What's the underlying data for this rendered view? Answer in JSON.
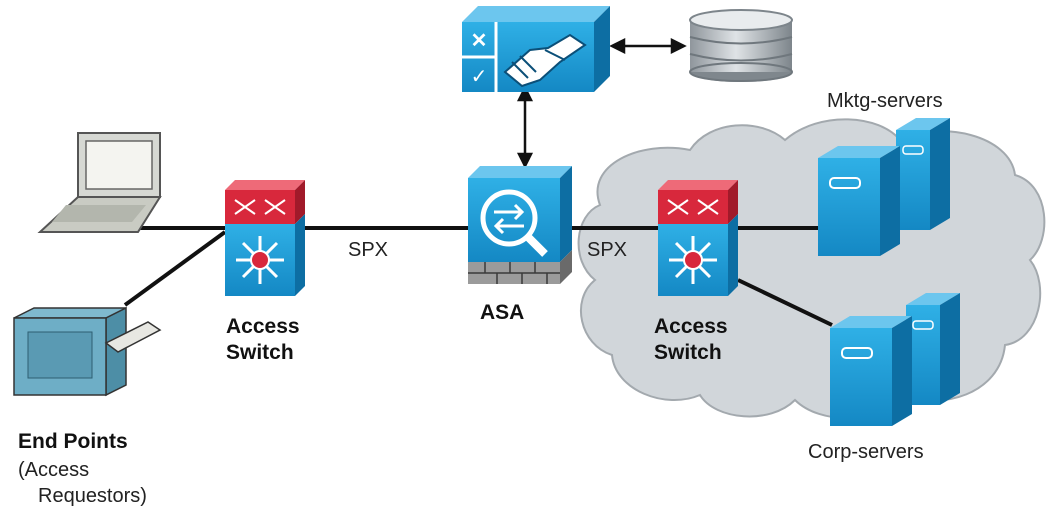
{
  "labels": {
    "spx_left": "SPX",
    "spx_right": "SPX",
    "asa": "ASA",
    "switch_left_line1": "Access",
    "switch_left_line2": "Switch",
    "switch_right_line1": "Access",
    "switch_right_line2": "Switch",
    "endpoints_title": "End Points",
    "endpoints_sub1": "(Access",
    "endpoints_sub2": "Requestors)",
    "mktg_servers": "Mktg-servers",
    "corp_servers": "Corp-servers"
  },
  "icons": {
    "policy_server": "handshake-policy-server-icon",
    "database": "database-icon",
    "laptop": "laptop-icon",
    "printer": "printer-icon",
    "switch": "multilayer-switch-icon",
    "asa": "asa-firewall-icon",
    "server": "server-tower-icon",
    "cloud": "cloud-icon"
  },
  "colors": {
    "device_blue": "#1a9bd7",
    "device_blue_dark": "#0f6fa3",
    "switch_red": "#d8283c",
    "cloud_fill": "#cfd4d8",
    "cloud_stroke": "#a9aeb3",
    "line": "#111111"
  }
}
